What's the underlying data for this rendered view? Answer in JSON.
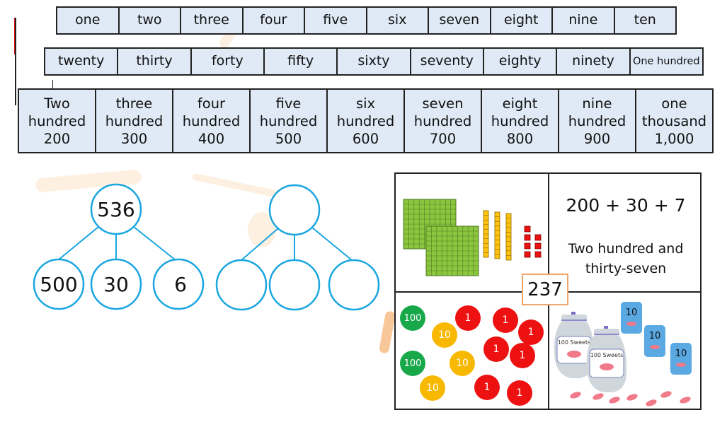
{
  "colors": {
    "cell_bg": "#dfeaf6",
    "border": "#222222",
    "tree_stroke": "#1aa6e0",
    "accent_orange": "#f0a56a",
    "hundreds_green": "#18a84a",
    "tens_yellow": "#f9b800",
    "ones_red": "#ee1111",
    "watermark": "#fde3c9",
    "bag_blue": "#5aa9e2",
    "jar_grey": "#cfd6dc",
    "sweet_pink": "#f07a8a"
  },
  "number_words": {
    "ones": [
      "one",
      "two",
      "three",
      "four",
      "five",
      "six",
      "seven",
      "eight",
      "nine",
      "ten"
    ],
    "tens": [
      "twenty",
      "thirty",
      "forty",
      "fifty",
      "sixty",
      "seventy",
      "eighty",
      "ninety",
      "One hundred"
    ],
    "hundreds": [
      {
        "word1": "Two",
        "word2": "hundred",
        "numeral": "200"
      },
      {
        "word1": "three",
        "word2": "hundred",
        "numeral": "300"
      },
      {
        "word1": "four",
        "word2": "hundred",
        "numeral": "400"
      },
      {
        "word1": "five",
        "word2": "hundred",
        "numeral": "500"
      },
      {
        "word1": "six",
        "word2": "hundred",
        "numeral": "600"
      },
      {
        "word1": "seven",
        "word2": "hundred",
        "numeral": "700"
      },
      {
        "word1": "eight",
        "word2": "hundred",
        "numeral": "800"
      },
      {
        "word1": "nine",
        "word2": "hundred",
        "numeral": "900"
      },
      {
        "word1": "one",
        "word2": "thousand",
        "numeral": "1,000"
      }
    ]
  },
  "part_whole": [
    {
      "whole": "536",
      "parts": [
        "500",
        "30",
        "6"
      ]
    },
    {
      "whole": "",
      "parts": [
        "",
        "",
        ""
      ]
    }
  ],
  "representations": {
    "number": "237",
    "expanded_form": "200 + 30 + 7",
    "words_line1": "Two hundred and",
    "words_line2": "thirty-seven",
    "base_ten": {
      "hundreds": 2,
      "tens": 3,
      "ones": 7
    },
    "place_value_counters": [
      {
        "value": "100",
        "kind": "hundreds"
      },
      {
        "value": "100",
        "kind": "hundreds"
      },
      {
        "value": "10",
        "kind": "tens"
      },
      {
        "value": "10",
        "kind": "tens"
      },
      {
        "value": "10",
        "kind": "tens"
      },
      {
        "value": "1",
        "kind": "ones"
      },
      {
        "value": "1",
        "kind": "ones"
      },
      {
        "value": "1",
        "kind": "ones"
      },
      {
        "value": "1",
        "kind": "ones"
      },
      {
        "value": "1",
        "kind": "ones"
      },
      {
        "value": "1",
        "kind": "ones"
      },
      {
        "value": "1",
        "kind": "ones"
      }
    ],
    "sweets": {
      "jar_label": "100 Sweets",
      "jar_count": 2,
      "bag_label": "10",
      "bag_count": 3,
      "loose_sweets": 7
    }
  }
}
